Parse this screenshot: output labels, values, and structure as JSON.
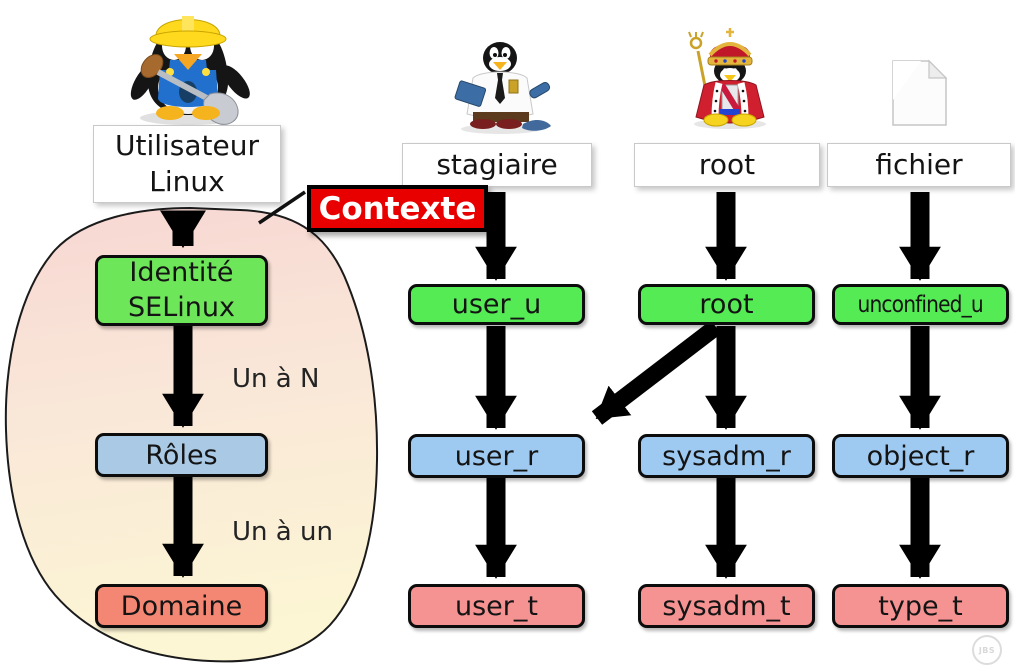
{
  "colors": {
    "selinux_user_green": "#55EB55",
    "identity_green_left": "#6EE65A",
    "role_blue": "#9ECAF2",
    "role_blue_left": "#A9C9E5",
    "type_red": "#F59292",
    "domain_red_left": "#F48773",
    "context_red": "#E80000",
    "blob_gradient_top": "#F8D7D3",
    "blob_gradient_bottom": "#FCF6D4",
    "arrow_black": "#000000"
  },
  "linux_user": {
    "line1": "Utilisateur",
    "line2": "Linux"
  },
  "context_label": "Contexte",
  "blob": {
    "identity_line1": "Identité",
    "identity_line2": "SELinux",
    "cardinality_identity_to_roles": "Un à N",
    "roles": "Rôles",
    "cardinality_roles_to_domain": "Un à un",
    "domain": "Domaine"
  },
  "columns": [
    {
      "name": "stagiaire",
      "icon": "intern-penguin-icon",
      "selinux_user": "user_u",
      "role": "user_r",
      "type": "user_t"
    },
    {
      "name": "root",
      "icon": "king-penguin-icon",
      "selinux_user": "root",
      "role": "sysadm_r",
      "type": "sysadm_t"
    },
    {
      "name": "fichier",
      "icon": "document-icon",
      "selinux_user": "unconfined_u",
      "role": "object_r",
      "type": "type_t"
    }
  ],
  "extra_links": [
    {
      "from": "root",
      "to": "user_r"
    }
  ],
  "watermark": "JBS"
}
